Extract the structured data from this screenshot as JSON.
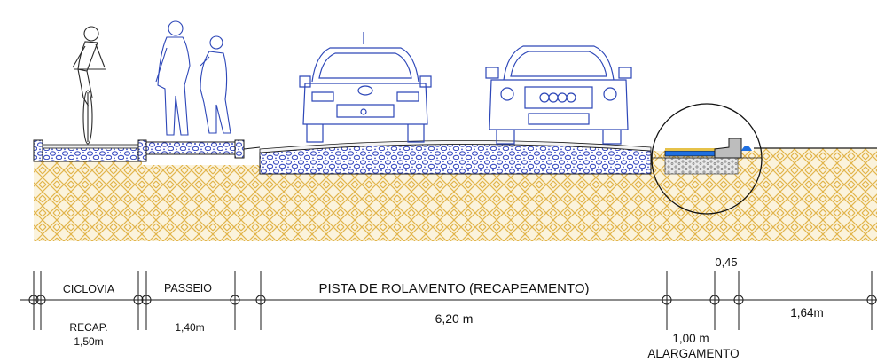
{
  "labels": {
    "ciclovia": "CICLOVIA",
    "passeio": "PASSEIO",
    "pista": "PISTA DE ROLAMENTO (RECAPEAMENTO)",
    "recap": "RECAP.",
    "ciclovia_width": "1,50m",
    "passeio_width": "1,40m",
    "pista_width": "6,20 m",
    "curb_width": "0,45",
    "alargamento_width": "1,00 m",
    "alargamento": "ALARGAMENTO",
    "right_width": "1,64m"
  },
  "colors": {
    "soil": "#e2b44a",
    "pavement_fill": "#3d4fc2",
    "figure_stroke": "#2d47b8",
    "blue_layer": "#1f6fe0",
    "line": "#1a1a1a"
  },
  "icons": {
    "cyclist": "cyclist-figure",
    "pedestrians": "pedestrian-figures",
    "car_rear": "car-rear-view",
    "car_front": "car-front-view",
    "detail": "detail-circle"
  }
}
